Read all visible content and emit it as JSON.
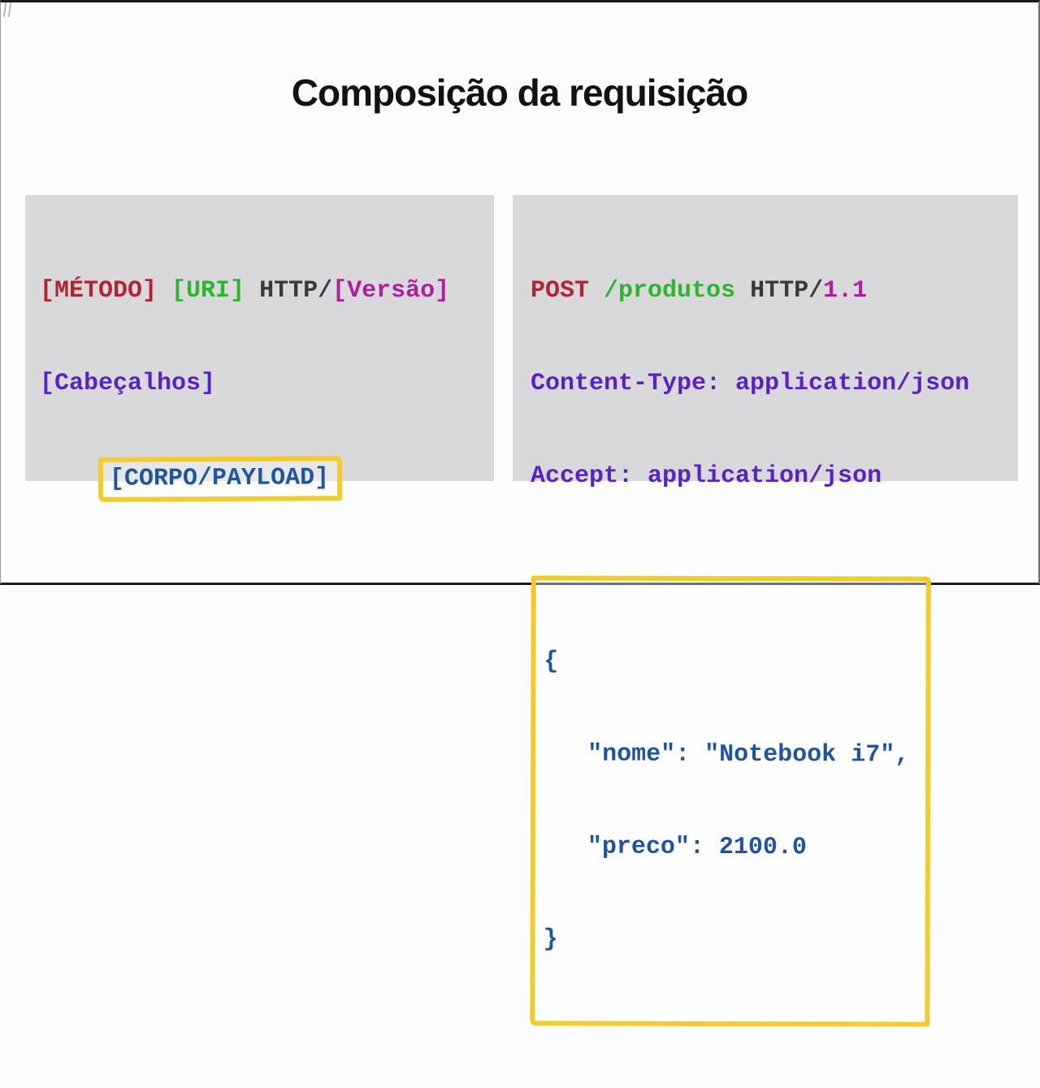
{
  "title": "Composição da requisição",
  "colors": {
    "background": "#fdfdfd",
    "panel_background": "#d9d9dc",
    "method_red": "#b4232f",
    "uri_green": "#2db52d",
    "protocol_gray": "#39393b",
    "version_magenta": "#b21c9e",
    "header_purple": "#5b21c4",
    "body_blue": "#1e569e",
    "highlight_yellow": "#f3cb2d",
    "title_black": "#121212"
  },
  "template_panel": {
    "request_line": {
      "method": "[MÉTODO]",
      "uri": "[URI]",
      "protocol": "HTTP/",
      "version": "[Versão]"
    },
    "headers_placeholder": "[Cabeçalhos]",
    "body_placeholder": "[CORPO/PAYLOAD]"
  },
  "example_panel": {
    "request_line": {
      "method": "POST",
      "uri": "/produtos",
      "protocol": "HTTP/",
      "version": "1.1"
    },
    "headers": [
      "Content-Type: application/json",
      "Accept: application/json"
    ],
    "body_lines": [
      "{",
      "   \"nome\": \"Notebook i7\",",
      "   \"preco\": 2100.0",
      "}"
    ]
  }
}
